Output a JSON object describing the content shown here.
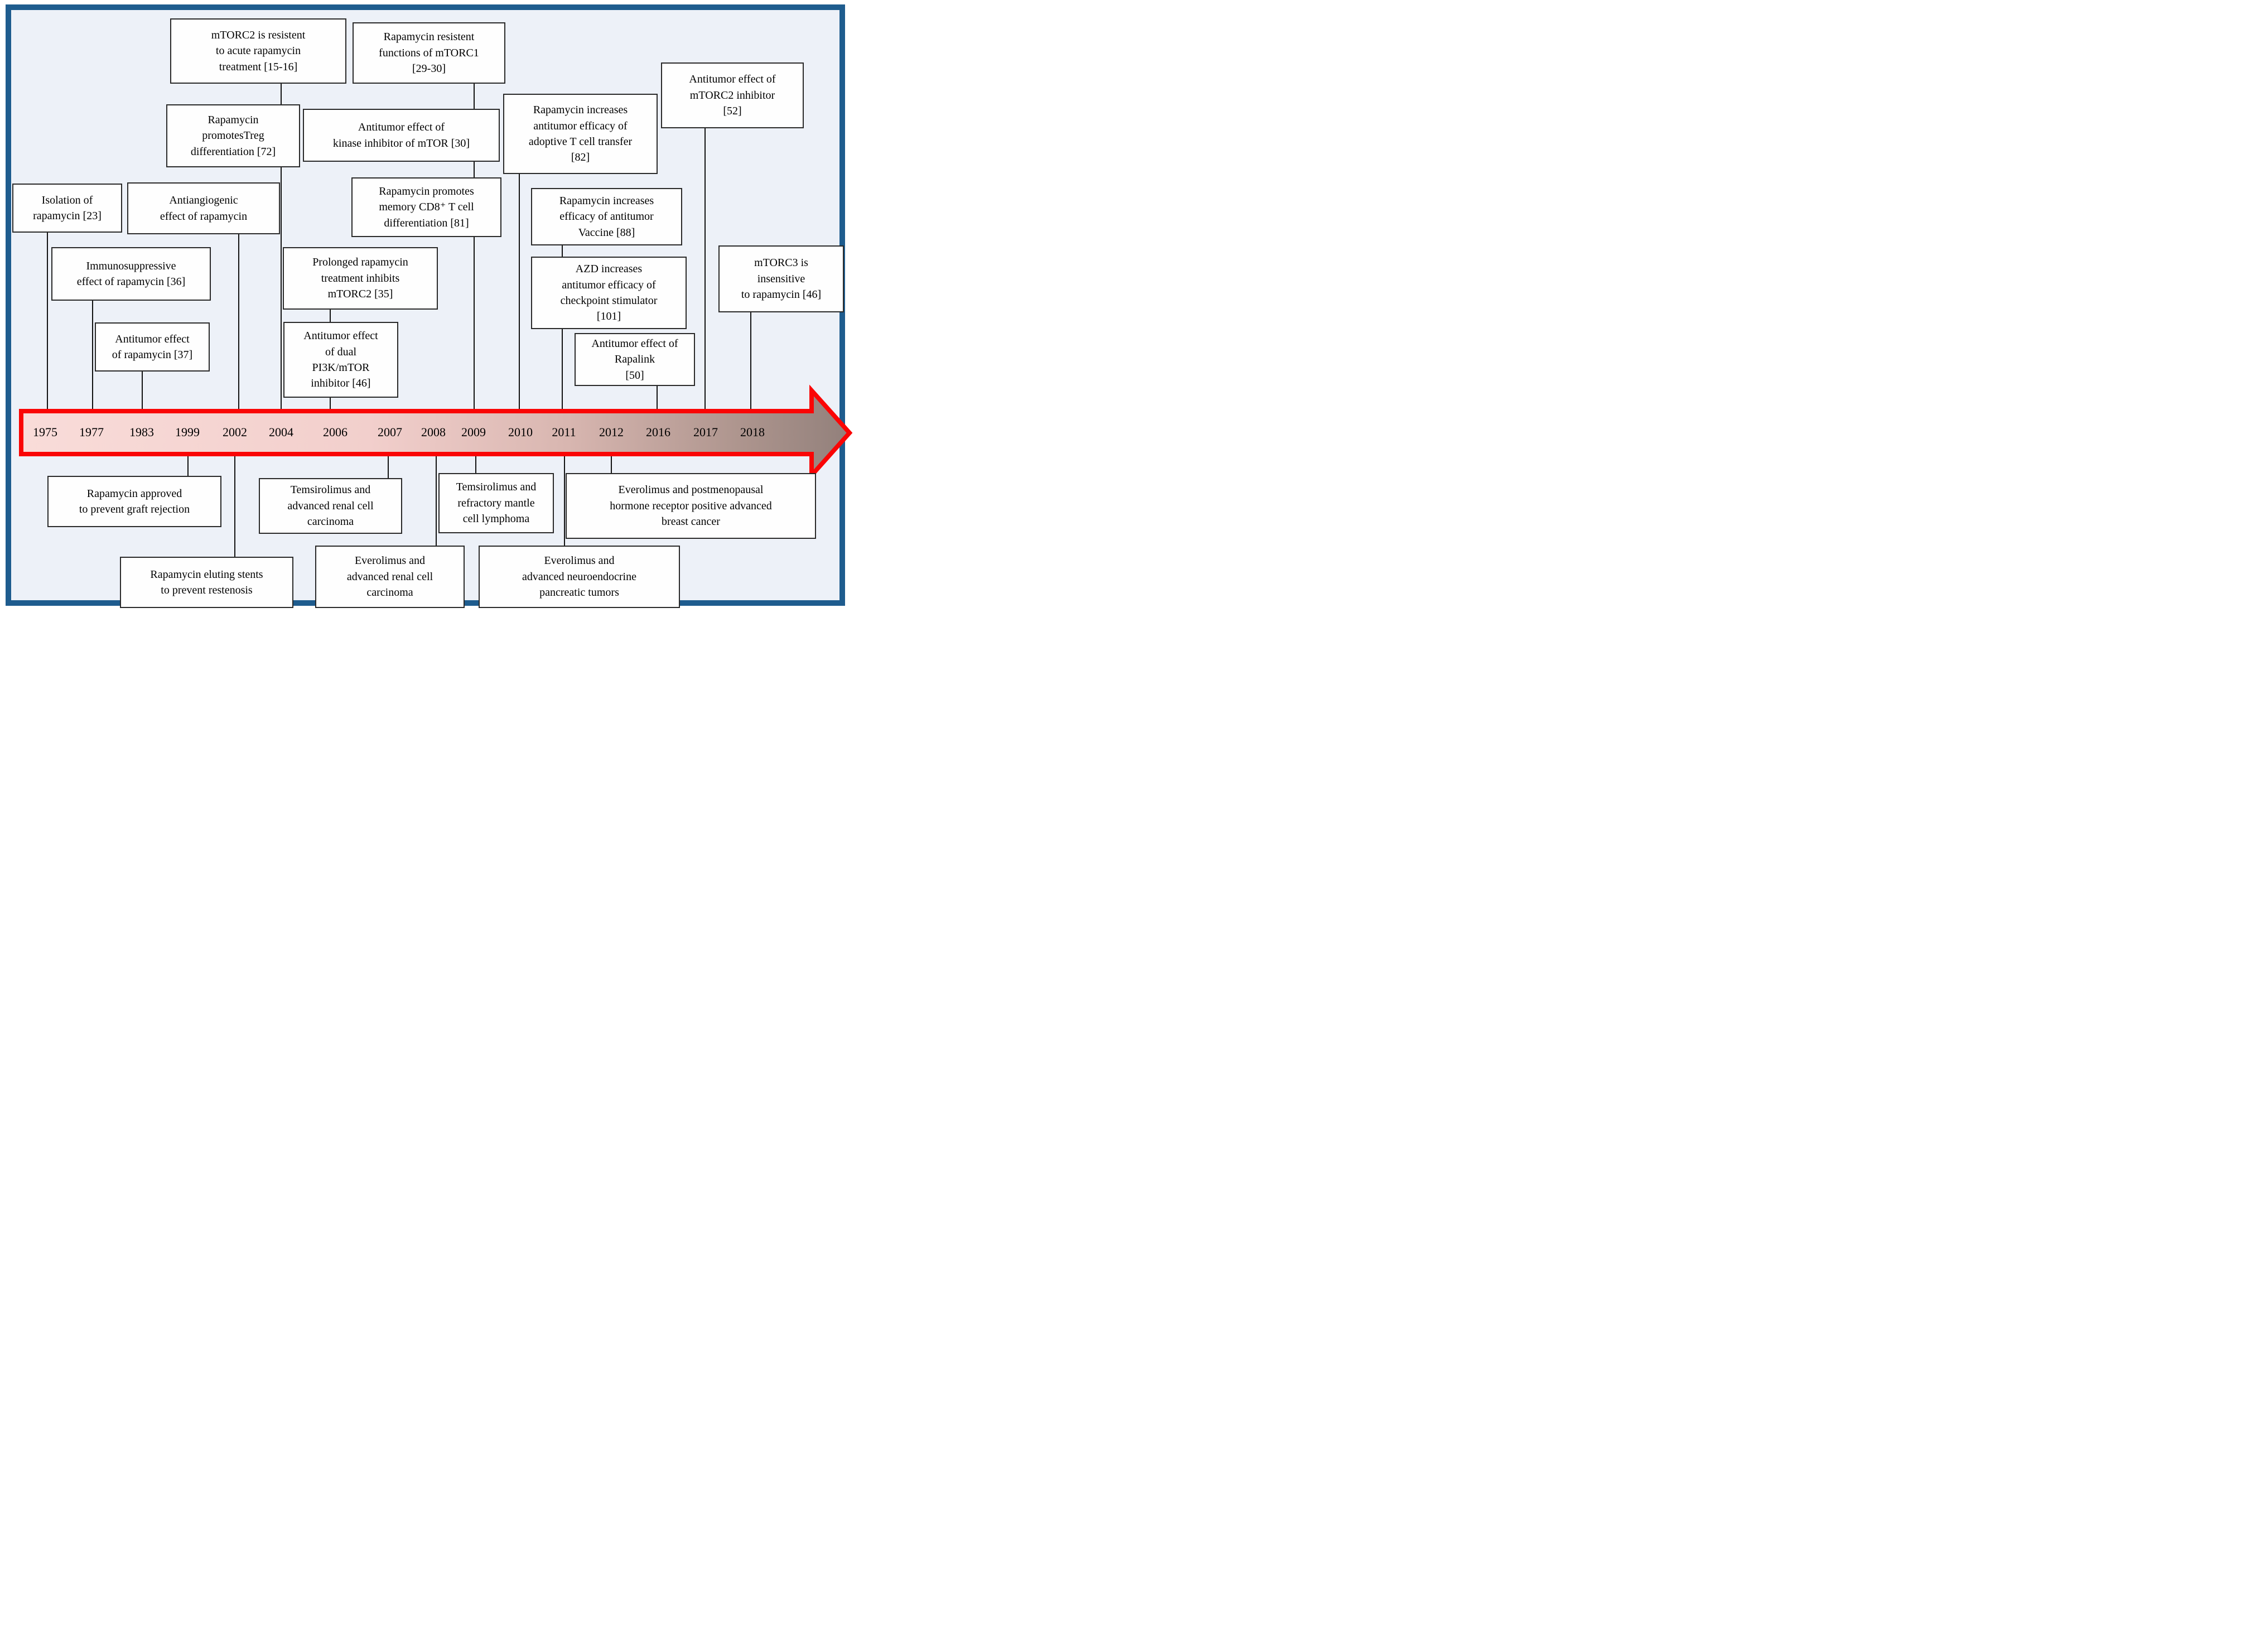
{
  "figure": {
    "description": "Timeline of rapamycin (mTOR) research milestones",
    "colors": {
      "frame_blue": "#1e5c8e",
      "background": "#edf1f8",
      "box_background": "#fefefe",
      "box_border": "#2a2a2a",
      "connector_line": "#121212",
      "arrow_outline_red": "#fa0505",
      "arrow_gradient": [
        "#f9dcd9",
        "#f2cfcc",
        "#d8b6b0",
        "#af968f",
        "#92807b"
      ],
      "text": "#000000"
    }
  },
  "timeline": {
    "years": [
      {
        "label": "1975"
      },
      {
        "label": "1977"
      },
      {
        "label": "1983"
      },
      {
        "label": "1999"
      },
      {
        "label": "2002"
      },
      {
        "label": "2004"
      },
      {
        "label": "2006"
      },
      {
        "label": "2007"
      },
      {
        "label": "2008"
      },
      {
        "label": "2009"
      },
      {
        "label": "2010"
      },
      {
        "label": "2011"
      },
      {
        "label": "2012"
      },
      {
        "label": "2016"
      },
      {
        "label": "2017"
      },
      {
        "label": "2018"
      }
    ]
  },
  "events_above": [
    {
      "id": "isolation",
      "year": "1975",
      "text": "Isolation of\nrapamycin [23]"
    },
    {
      "id": "immunosuppressive",
      "year": "1977",
      "text": "Immunosuppressive\neffect of rapamycin [36]"
    },
    {
      "id": "antitumor-rapamycin",
      "year": "1983",
      "text": "Antitumor effect\nof rapamycin [37]"
    },
    {
      "id": "antiangiogenic",
      "year": "2002",
      "text": "Antiangiogenic\neffect of rapamycin"
    },
    {
      "id": "mtorc2-resistant",
      "year": "2004",
      "text": "mTORC2 is resistent\nto acute rapamycin\ntreatment [15-16]"
    },
    {
      "id": "treg",
      "year": "2004",
      "text": "Rapamycin\npromotesTreg\ndifferentiation [72]"
    },
    {
      "id": "prolonged-mtorc2",
      "year": "2006",
      "text": "Prolonged rapamycin\ntreatment inhibits\nmTORC2 [35]"
    },
    {
      "id": "dual-pi3k-mtor",
      "year": "2006",
      "text": "Antitumor effect\nof dual\nPI3K/mTOR\ninhibitor [46]"
    },
    {
      "id": "rapamycin-resistant-mtorc1",
      "year": "2009",
      "text": "Rapamycin resistent\nfunctions of mTORC1\n[29-30]"
    },
    {
      "id": "kinase-inhibitor",
      "year": "2009",
      "text": "Antitumor effect of\nkinase inhibitor of mTOR [30]"
    },
    {
      "id": "memory-cd8",
      "year": "2009",
      "text": "Rapamycin promotes\nmemory CD8⁺ T cell\ndifferentiation [81]"
    },
    {
      "id": "adoptive-t-cell",
      "year": "2010",
      "text": "Rapamycin increases\nantitumor efficacy of\nadoptive T cell transfer\n[82]"
    },
    {
      "id": "antitumor-vaccine",
      "year": "2011",
      "text": "Rapamycin increases\nefficacy of antitumor\nVaccine [88]"
    },
    {
      "id": "azd-checkpoint",
      "year": "2011",
      "text": "AZD increases\nantitumor efficacy of\ncheckpoint stimulator\n[101]"
    },
    {
      "id": "rapalink",
      "year": "2016",
      "text": "Antitumor effect of\nRapalink\n[50]"
    },
    {
      "id": "mtorc2-inhibitor",
      "year": "2017",
      "text": "Antitumor effect of\nmTORC2 inhibitor\n[52]"
    },
    {
      "id": "mtorc3",
      "year": "2018",
      "text": "mTORC3 is\ninsensitive\nto rapamycin [46]"
    }
  ],
  "events_below": [
    {
      "id": "graft-rejection",
      "year": "1999",
      "text": "Rapamycin approved\nto prevent graft rejection"
    },
    {
      "id": "eluting-stents",
      "year": "2002",
      "text": "Rapamycin eluting stents\nto prevent restenosis"
    },
    {
      "id": "temsirolimus-rcc",
      "year": "2007",
      "text": "Temsirolimus and\nadvanced renal cell\ncarcinoma"
    },
    {
      "id": "everolimus-rcc",
      "year": "2008",
      "text": "Everolimus and\nadvanced renal cell\ncarcinoma"
    },
    {
      "id": "temsirolimus-mcl",
      "year": "2009",
      "text": "Temsirolimus and\nrefractory mantle\ncell lymphoma"
    },
    {
      "id": "everolimus-pnet",
      "year": "2011",
      "text": "Everolimus and\nadvanced neuroendocrine\npancreatic tumors"
    },
    {
      "id": "everolimus-breast",
      "year": "2012",
      "text": "Everolimus and postmenopausal\nhormone receptor positive advanced\nbreast cancer"
    }
  ]
}
